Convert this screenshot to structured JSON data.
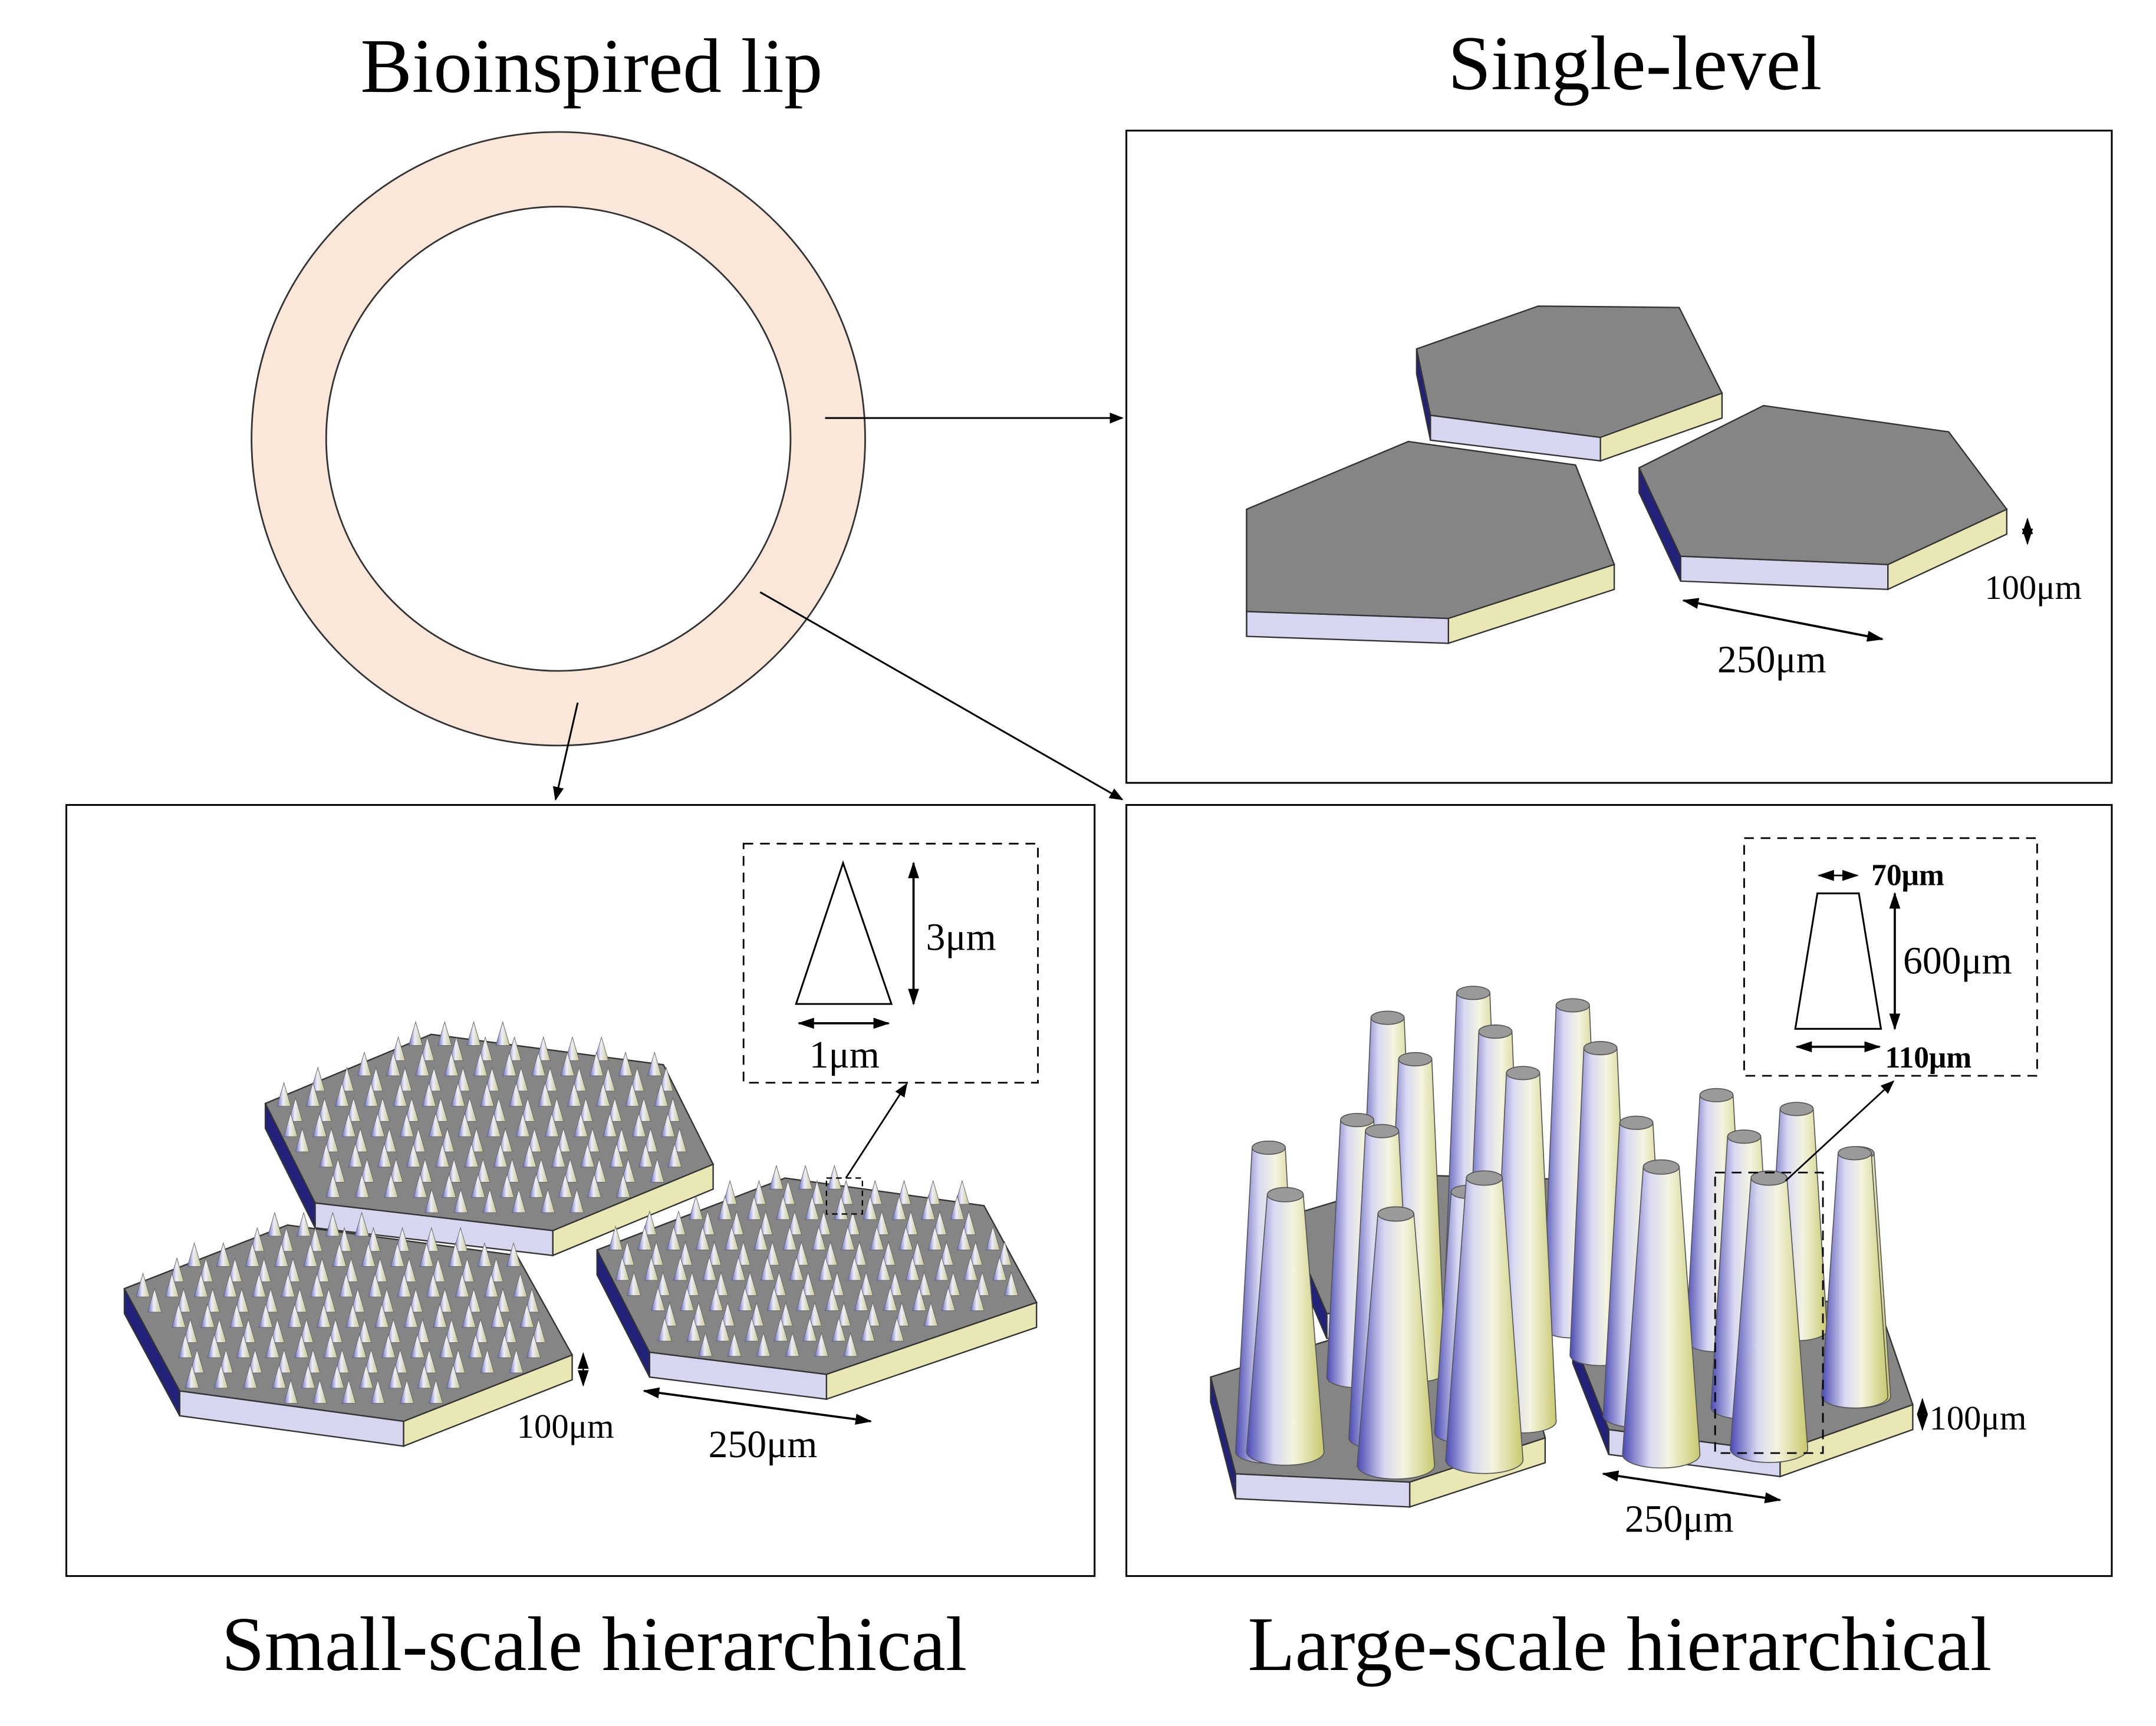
{
  "titles": {
    "ring": "Bioinspired lip",
    "single": "Single-level",
    "small": "Small-scale hierarchical",
    "large": "Large-scale hierarchical"
  },
  "single_level": {
    "height_label": "100μm",
    "width_label": "250μm"
  },
  "small_scale": {
    "height_label": "100μm",
    "width_label": "250μm",
    "inset": {
      "cone_height": "3μm",
      "cone_base": "1μm"
    }
  },
  "large_scale": {
    "height_label": "100μm",
    "width_label": "250μm",
    "inset": {
      "top_width": "70μm",
      "pillar_height": "600μm",
      "base_width": "110μm"
    }
  },
  "colors": {
    "ring_fill": "#fbe6da",
    "hex_top": "#858585",
    "side_light": "#d6d6f0",
    "side_yellow": "#e9e8b4",
    "side_blue": "#22227a"
  }
}
